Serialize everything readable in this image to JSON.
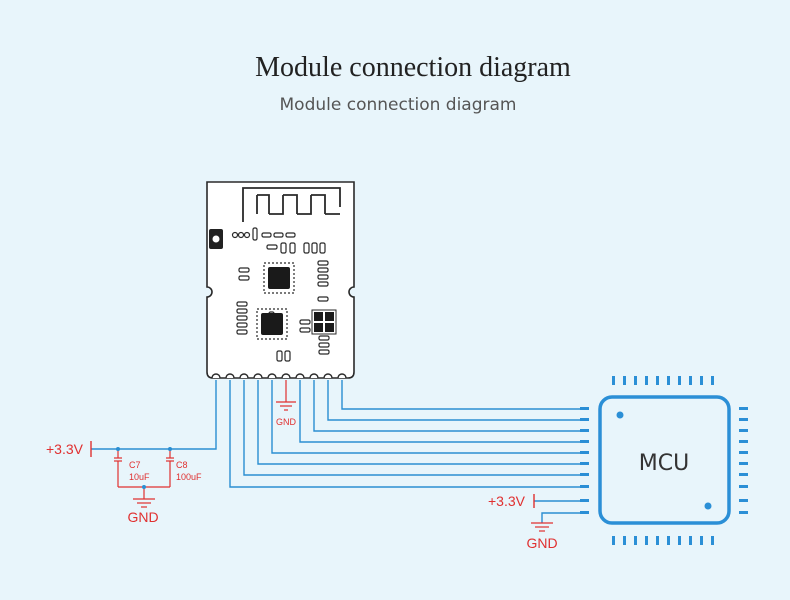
{
  "header": {
    "title": "Module connection diagram",
    "subtitle": "Module connection diagram"
  },
  "colors": {
    "background": "#e8f5fb",
    "mcu_blue": "#2b8fd6",
    "wire_blue": "#2a8ed2",
    "power_red": "#e03030",
    "board_white": "#ffffff"
  },
  "module": {
    "gnd_pin_label": "GND"
  },
  "power_left": {
    "supply_label": "+3.3V",
    "c7_name": "C7",
    "c7_value": "10uF",
    "c8_name": "C8",
    "c8_value": "100uF",
    "ground_label": "GND"
  },
  "mcu": {
    "label": "MCU",
    "supply_label": "+3.3V",
    "ground_label": "GND"
  }
}
